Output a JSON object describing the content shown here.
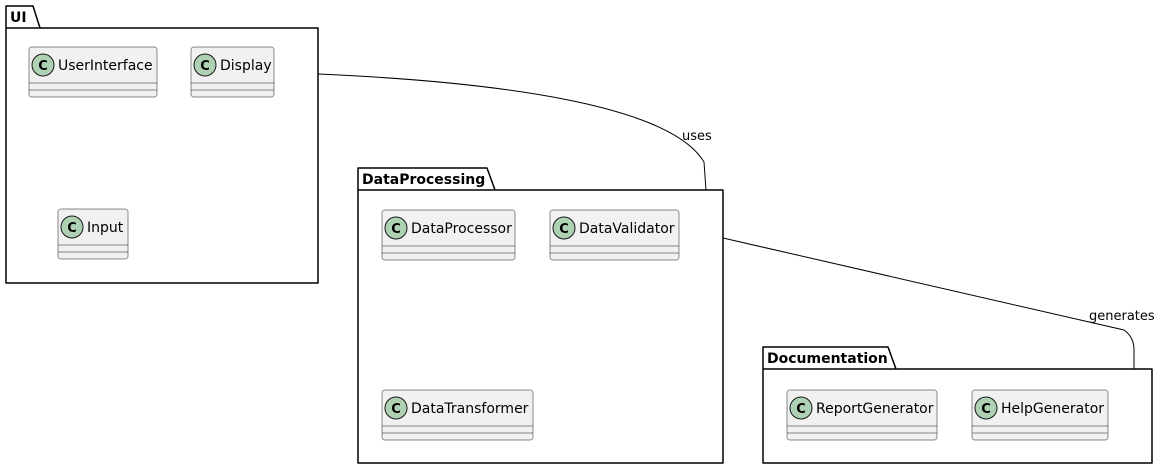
{
  "colors": {
    "background": "#ffffff",
    "package_stroke": "#000000",
    "class_fill": "#f1f1f1",
    "class_stroke": "#181818",
    "class_icon_fill": "#add1b2",
    "edge_stroke": "#000000"
  },
  "packages": [
    {
      "id": "ui",
      "name": "UI",
      "classes": [
        {
          "name": "UserInterface",
          "stereotype": "C"
        },
        {
          "name": "Display",
          "stereotype": "C"
        },
        {
          "name": "Input",
          "stereotype": "C"
        }
      ]
    },
    {
      "id": "dataprocessing",
      "name": "DataProcessing",
      "classes": [
        {
          "name": "DataProcessor",
          "stereotype": "C"
        },
        {
          "name": "DataValidator",
          "stereotype": "C"
        },
        {
          "name": "DataTransformer",
          "stereotype": "C"
        }
      ]
    },
    {
      "id": "documentation",
      "name": "Documentation",
      "classes": [
        {
          "name": "ReportGenerator",
          "stereotype": "C"
        },
        {
          "name": "HelpGenerator",
          "stereotype": "C"
        }
      ]
    }
  ],
  "relations": [
    {
      "from": "ui",
      "to": "dataprocessing",
      "label": "uses"
    },
    {
      "from": "dataprocessing",
      "to": "documentation",
      "label": "generates"
    }
  ]
}
